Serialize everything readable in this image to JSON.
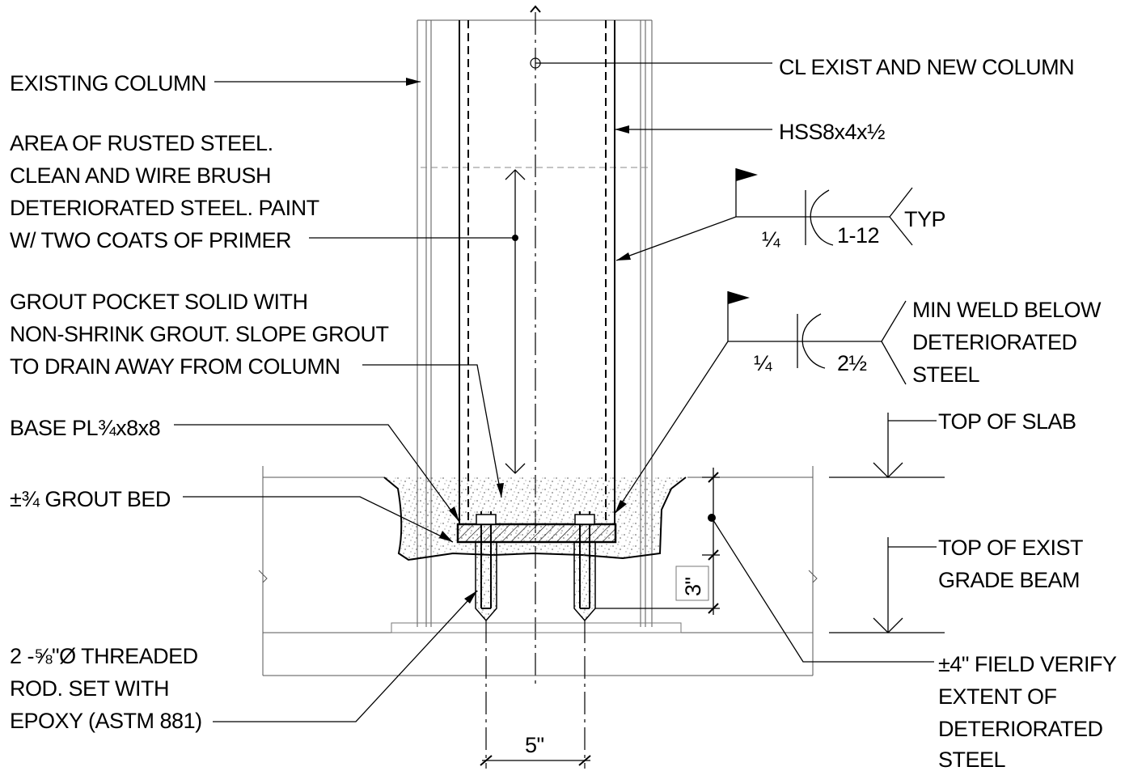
{
  "labels": {
    "existing_column": "EXISTING COLUMN",
    "rust_1": "AREA OF RUSTED STEEL.",
    "rust_2": "CLEAN AND WIRE BRUSH",
    "rust_3": "DETERIORATED STEEL.  PAINT",
    "rust_4": "W/ TWO COATS OF PRIMER",
    "grout_1": "GROUT POCKET SOLID WITH",
    "grout_2": "NON-SHRINK GROUT.  SLOPE GROUT",
    "grout_3": "TO DRAIN AWAY FROM COLUMN",
    "base_pl": "BASE PL¾x8x8",
    "grout_bed": "±¾ GROUT BED",
    "rod_1": "2 -⅝\"Ø THREADED",
    "rod_2": "ROD. SET WITH",
    "rod_3": "EPOXY (ASTM 881)",
    "cl_column": "CL EXIST AND NEW COLUMN",
    "hss": "HSS8x4x½",
    "weld1_size": "¼",
    "weld1_length": "1-12",
    "weld1_note": "TYP",
    "weld2_size": "¼",
    "weld2_length": "2½",
    "min_weld_1": "MIN WELD BELOW",
    "min_weld_2": "DETERIORATED",
    "min_weld_3": "STEEL",
    "top_slab": "TOP OF SLAB",
    "top_beam_1": "TOP OF EXIST",
    "top_beam_2": "GRADE BEAM",
    "field_1": "±4\" FIELD VERIFY",
    "field_2": "EXTENT OF",
    "field_3": "DETERIORATED",
    "field_4": "STEEL",
    "dim_3in": "3\"",
    "dim_5in": "5\""
  }
}
